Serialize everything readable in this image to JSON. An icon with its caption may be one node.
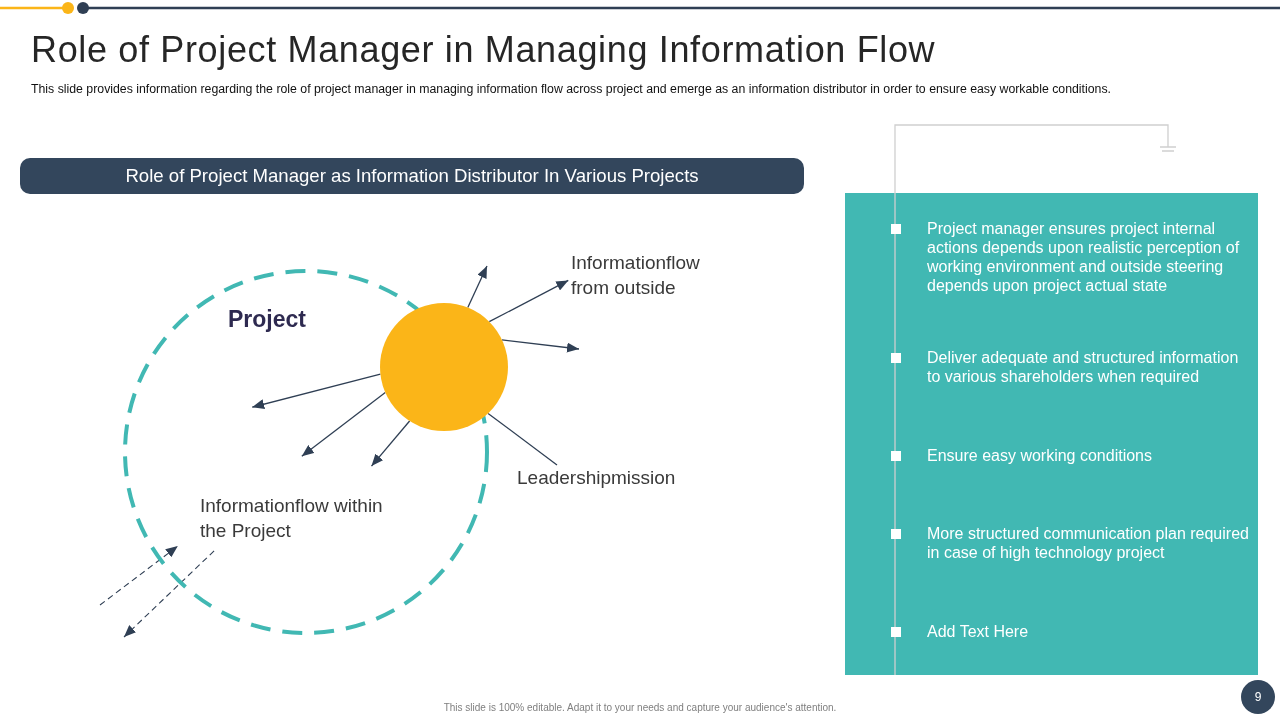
{
  "diagram": {
    "title": "Role of Project Manager in Managing Information Flow",
    "nodes": [
      {
        "text": [
          "Role of Project Manager as Information Distributor In Various Projects"
        ]
      },
      {
        "text": [
          "Project",
          "Informationflow within the Project"
        ]
      },
      {
        "text": [],
        "shape": "circle"
      },
      {
        "text": [
          "Informationflow from outside"
        ]
      },
      {
        "text": [
          "Leadershipmission"
        ]
      },
      {
        "text": [
          "Project manager ensures project internal actions depends upon realistic perception of working environment and outside steering depends upon project actual state",
          "Deliver adequate and structured information to various shareholders when required",
          "Ensure easy working conditions",
          "More structured communication plan required in case of high technology project",
          "Add Text Here"
        ]
      }
    ],
    "edges": [
      {
        "from": 2,
        "to": null,
        "arrow": "to"
      },
      {
        "from": 2,
        "to": 3,
        "arrow": "to"
      },
      {
        "from": 2,
        "to": null,
        "arrow": "to"
      },
      {
        "from": 2,
        "to": 1,
        "arrow": "to"
      },
      {
        "from": 2,
        "to": 1,
        "arrow": "to"
      },
      {
        "from": 2,
        "to": 1,
        "arrow": "to"
      },
      {
        "from": 4,
        "to": 2,
        "arrow": "none"
      },
      {
        "from": null,
        "to": 1,
        "arrow": "to",
        "style": "dashed"
      },
      {
        "from": 1,
        "to": null,
        "arrow": "to",
        "style": "dashed"
      }
    ],
    "labels": [
      "This slide provides information regarding the role of project manager in managing information flow across project and emerge as an information distributor in order to ensure easy workable conditions.",
      "This slide is 100% editable. Adapt it to your needs and capture your audience's attention.",
      "9"
    ]
  }
}
